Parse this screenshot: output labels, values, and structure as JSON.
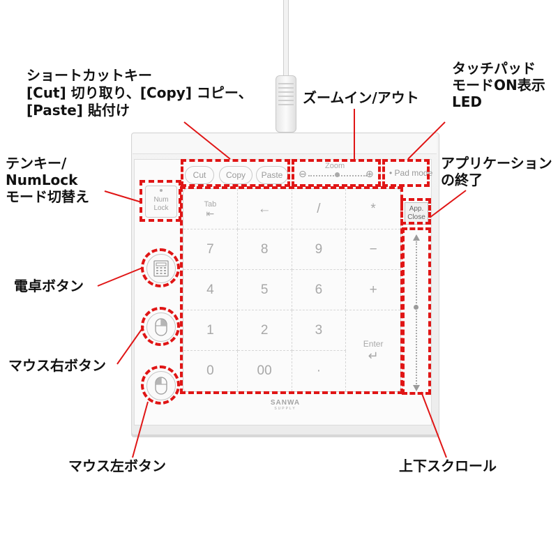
{
  "callouts": {
    "shortcut": [
      "ショートカットキー",
      "[Cut] 切り取り、[Copy] コピー、",
      "[Paste] 貼付け"
    ],
    "zoom": "ズームイン/アウト",
    "touchpad_led": [
      "タッチパッド",
      "モードON表示",
      "LED"
    ],
    "numlock": [
      "テンキー/",
      "NumLock",
      "モード切替え"
    ],
    "app_close": [
      "アプリケーション",
      "の終了"
    ],
    "calculator": "電卓ボタン",
    "mouse_right": "マウス右ボタン",
    "mouse_left": "マウス左ボタン",
    "scroll": "上下スクロール"
  },
  "device": {
    "top_buttons": {
      "cut": "Cut",
      "copy": "Copy",
      "paste": "Paste"
    },
    "zoom_label": "Zoom",
    "zoom_minus": "⊖",
    "zoom_plus": "⊕",
    "pad_mode": "• Pad mode",
    "numlock_label": [
      "Num",
      "Lock"
    ],
    "app_close_label": [
      "App.",
      "Close"
    ],
    "brand": "SANWA",
    "brand_sub": "SUPPLY",
    "keys": {
      "tab": "Tab",
      "tab_arrow": "⇤",
      "backspace": "←",
      "divide": "/",
      "multiply": "*",
      "k7": "7",
      "k8": "8",
      "k9": "9",
      "minus": "−",
      "k4": "4",
      "k5": "5",
      "k6": "6",
      "plus": "+",
      "k1": "1",
      "k2": "2",
      "k3": "3",
      "enter": "Enter",
      "enter_arrow": "↵",
      "k0": "0",
      "k00": "00",
      "dot": "·"
    }
  },
  "colors": {
    "highlight": "#e01515",
    "device": "#f4f4f4",
    "keytext": "#a8a8a8"
  },
  "icons": [
    "calculator-icon",
    "mouse-right-icon",
    "mouse-left-icon"
  ]
}
